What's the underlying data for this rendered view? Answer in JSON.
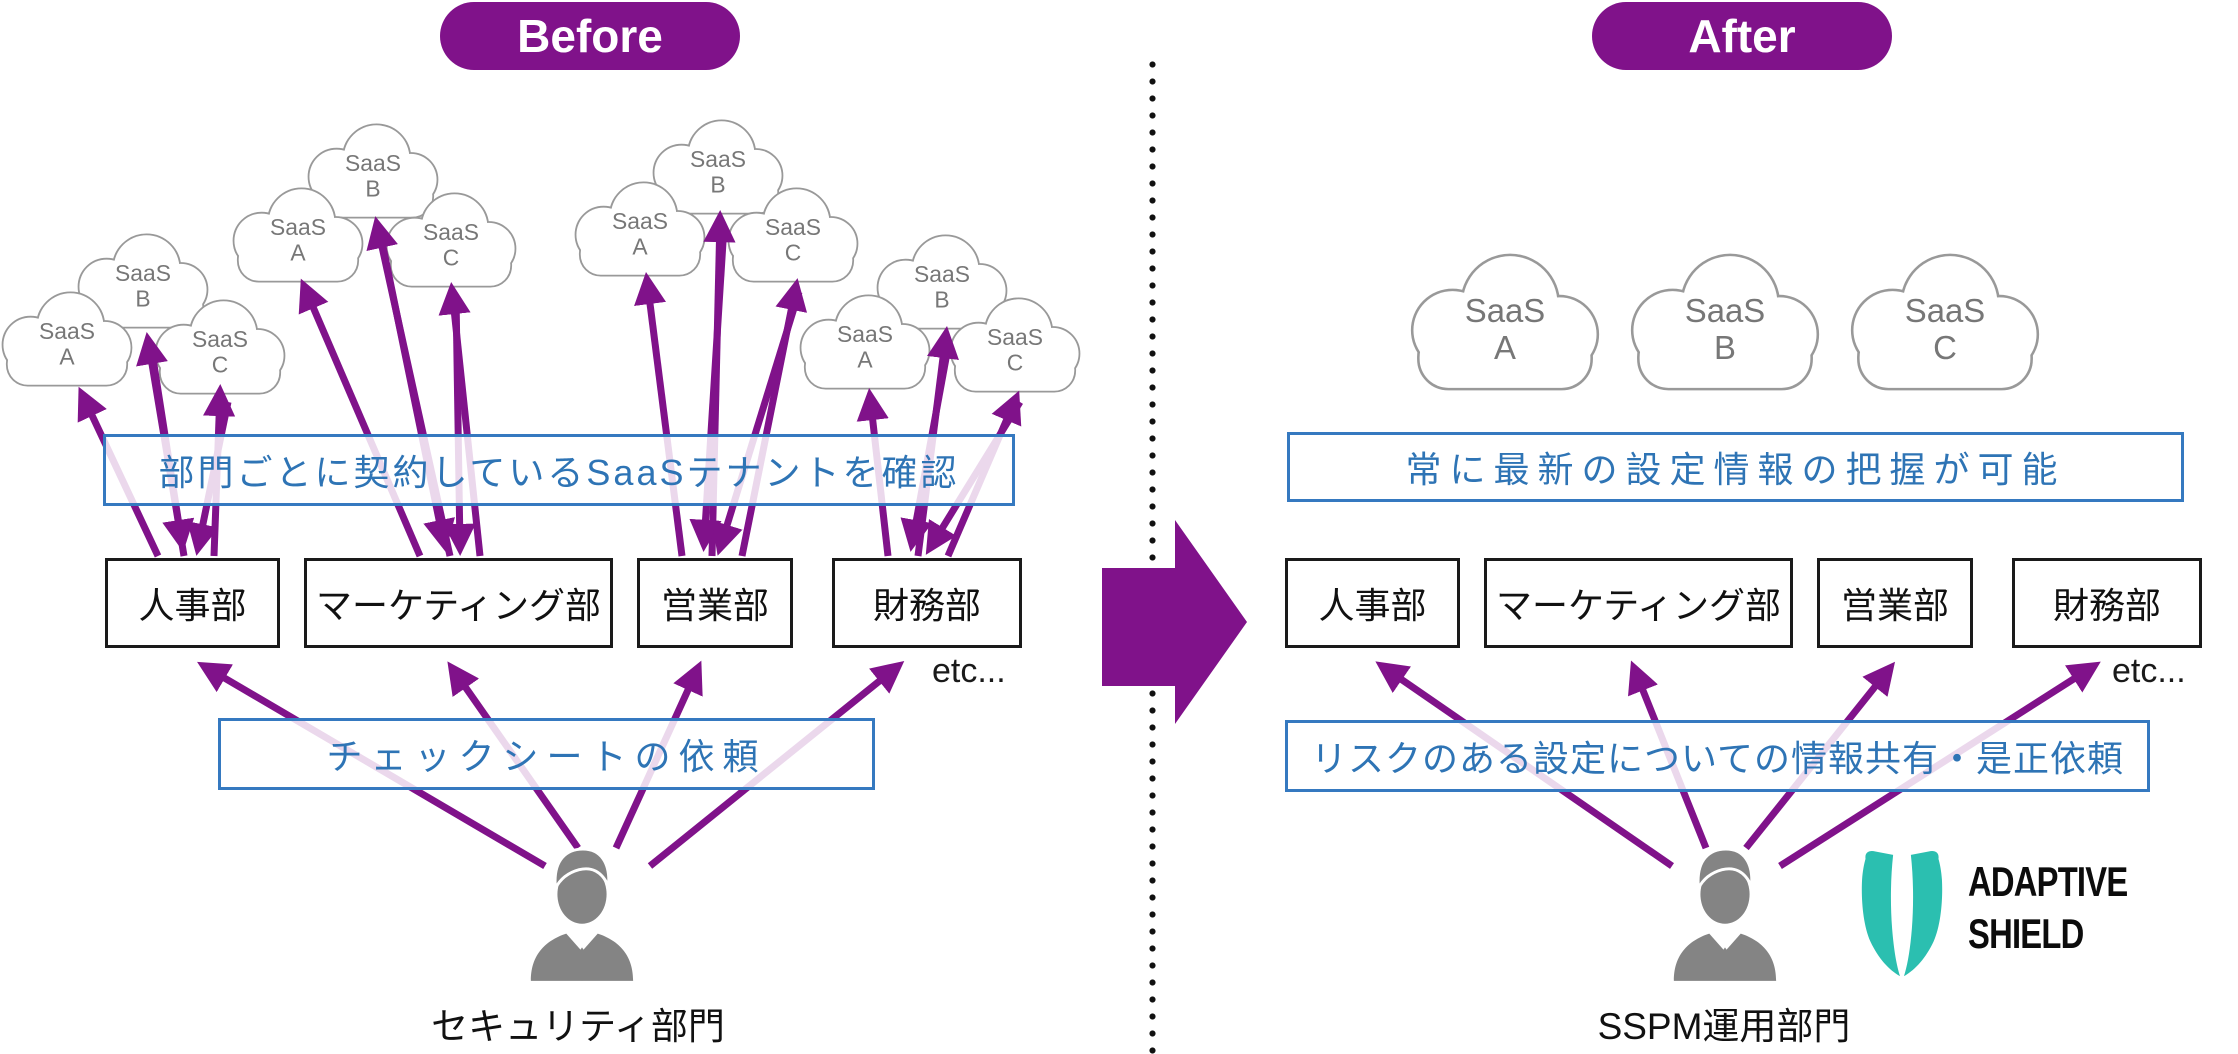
{
  "badges": {
    "before": "Before",
    "after": "After"
  },
  "cloud_labels": {
    "a": {
      "top": "SaaS",
      "bottom": "A"
    },
    "b": {
      "top": "SaaS",
      "bottom": "B"
    },
    "c": {
      "top": "SaaS",
      "bottom": "C"
    }
  },
  "before_panel": {
    "note_top": "部門ごとに契約しているSaaSテナントを確認",
    "note_bottom": "チェックシートの依頼",
    "departments": [
      "人事部",
      "マーケティング部",
      "営業部",
      "財務部"
    ],
    "etc": "etc...",
    "actor": "セキュリティ部門"
  },
  "after_panel": {
    "note_top": "常に最新の設定情報の把握が可能",
    "note_bottom": "リスクのある設定についての情報共有・是正依頼",
    "departments": [
      "人事部",
      "マーケティング部",
      "営業部",
      "財務部"
    ],
    "etc": "etc...",
    "actor": "SSPM運用部門"
  },
  "logo": {
    "name_line1": "ADAPTIVE",
    "name_line2": "SHIELD"
  },
  "colors": {
    "purple": "#80128A",
    "blue_text": "#2E74B5",
    "blue_border": "#3579C0",
    "cloud_outline": "#999999",
    "cloud_text": "#777777",
    "person_gray": "#848484",
    "teal": "#2BBFB0"
  }
}
